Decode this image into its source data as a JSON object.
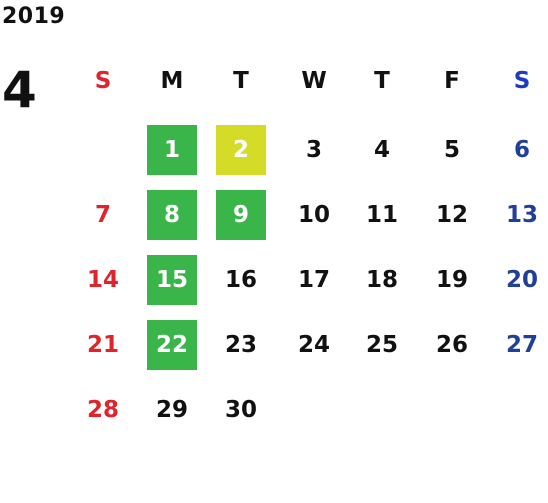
{
  "header": {
    "year": "2019",
    "month": "4"
  },
  "weekdays": [
    "S",
    "M",
    "T",
    "W",
    "T",
    "F",
    "S"
  ],
  "weekday_colors": [
    "#e0242b",
    "#111111",
    "#111111",
    "#111111",
    "#111111",
    "#111111",
    "#1a3cc4"
  ],
  "calendar": {
    "first_weekday_index": 1,
    "days": [
      "1",
      "2",
      "3",
      "4",
      "5",
      "6",
      "7",
      "8",
      "9",
      "10",
      "11",
      "12",
      "13",
      "14",
      "15",
      "16",
      "17",
      "18",
      "19",
      "20",
      "21",
      "22",
      "23",
      "24",
      "25",
      "26",
      "27",
      "28",
      "29",
      "30"
    ],
    "highlight_green": [
      "1",
      "8",
      "9",
      "15",
      "22"
    ],
    "highlight_yellow": [
      "2"
    ]
  },
  "colors": {
    "text_default": "#111111",
    "sunday": "#e0242b",
    "saturday": "#1f3f99",
    "saturday_header": "#1a3cc4",
    "green_bg": "#3ab54a",
    "yellow_bg": "#d4dc28",
    "highlight_text": "#ffffff"
  }
}
